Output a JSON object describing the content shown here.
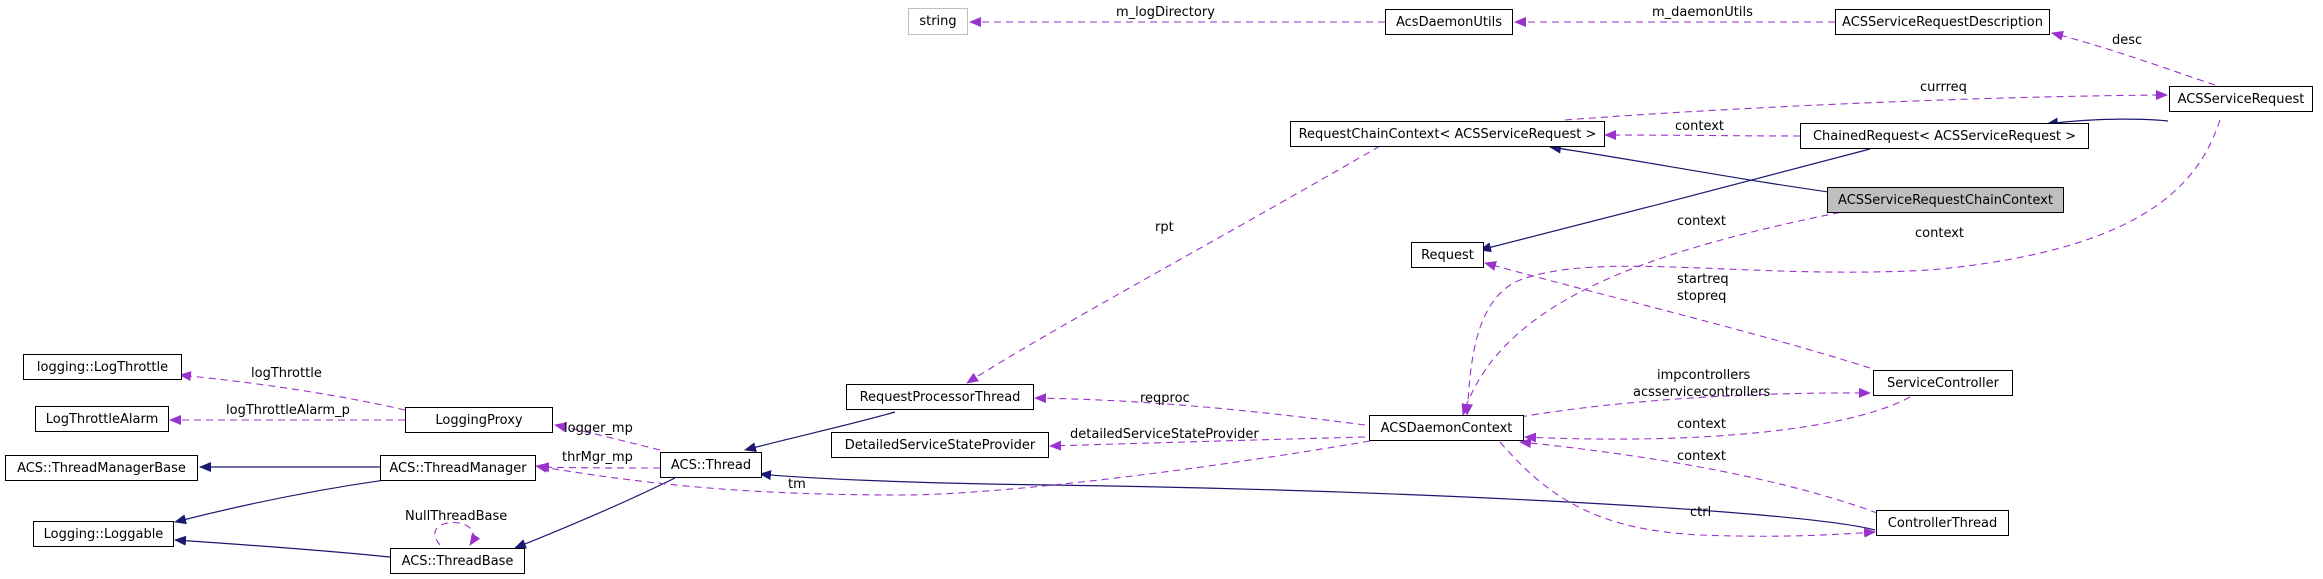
{
  "nodes": {
    "string": "string",
    "acs_daemon_utils": "AcsDaemonUtils",
    "acs_service_request_description": "ACSServiceRequestDescription",
    "acs_service_request": "ACSServiceRequest",
    "request_chain_context": "RequestChainContext< ACSServiceRequest >",
    "chained_request": "ChainedRequest< ACSServiceRequest >",
    "acs_service_request_chain_context": "ACSServiceRequestChainContext",
    "request": "Request",
    "logging_log_throttle": "logging::LogThrottle",
    "log_throttle_alarm": "LogThrottleAlarm",
    "logging_proxy": "LoggingProxy",
    "request_processor_thread": "RequestProcessorThread",
    "detailed_service_state_provider": "DetailedServiceStateProvider",
    "acs_daemon_context": "ACSDaemonContext",
    "service_controller": "ServiceController",
    "acs_thread_manager_base": "ACS::ThreadManagerBase",
    "acs_thread_manager": "ACS::ThreadManager",
    "acs_thread": "ACS::Thread",
    "logging_loggable": "Logging::Loggable",
    "acs_thread_base": "ACS::ThreadBase",
    "controller_thread": "ControllerThread"
  },
  "edge_labels": {
    "m_log_directory": "m_logDirectory",
    "m_daemon_utils": "m_daemonUtils",
    "desc": "desc",
    "currreq": "currreq",
    "context_chained": "context",
    "rpt": "rpt",
    "context_chain": "context",
    "context_service_request": "context",
    "startreq": "startreq",
    "stopreq": "stopreq",
    "log_throttle": "logThrottle",
    "log_throttle_alarm_p": "logThrottleAlarm_p",
    "logger_mp": "logger_mp",
    "reqproc": "reqproc",
    "impcontrollers": "impcontrollers",
    "acsservicecontrollers": "acsservicecontrollers",
    "detailed_service_state_provider": "detailedServiceStateProvider",
    "context_service_controller": "context",
    "thr_mgr_mp": "thrMgr_mp",
    "tm": "tm",
    "null_thread_base": "NullThreadBase",
    "context_controller_thread": "context",
    "ctrl": "ctrl"
  },
  "colors": {
    "inheritance": "#191970",
    "usage": "#9a32cd",
    "highlight_fill": "#bfbfbf"
  }
}
